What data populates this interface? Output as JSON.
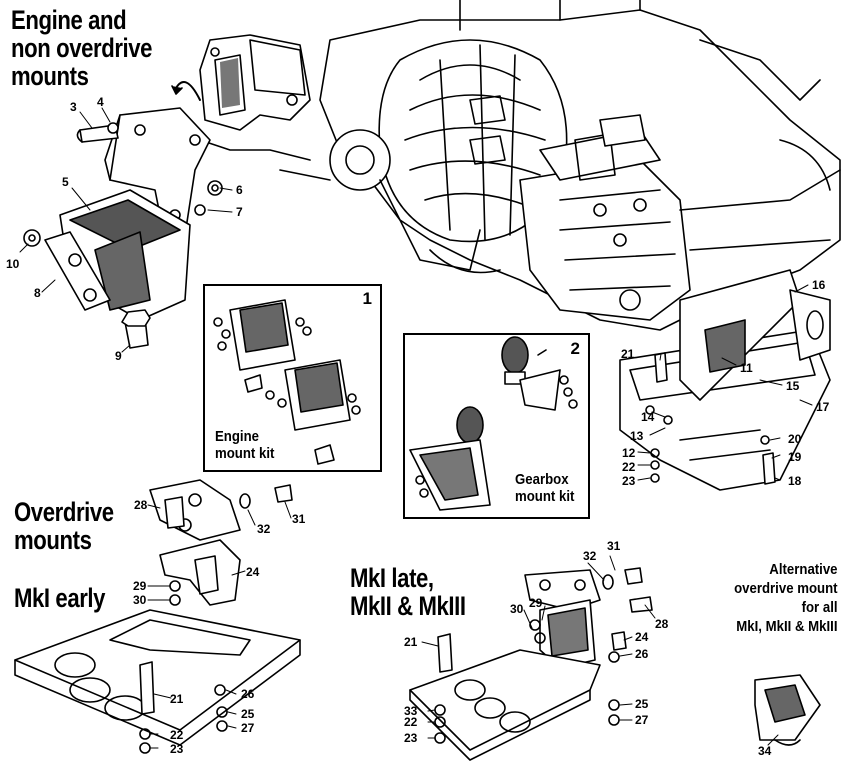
{
  "headings": {
    "engine": [
      "Engine and",
      "non overdrive",
      "mounts"
    ],
    "overdrive": [
      "Overdrive",
      "mounts"
    ],
    "mk1_early": "MkI early",
    "mk_late": [
      "MkI late,",
      "MkII & MkIII"
    ],
    "alternative": [
      "Alternative",
      "overdrive mount",
      "for all",
      "MkI, MkII & MkIII"
    ]
  },
  "kits": {
    "engine": {
      "number": "1",
      "label": [
        "Engine",
        "mount kit"
      ]
    },
    "gearbox": {
      "number": "2",
      "label": [
        "Gearbox",
        "mount kit"
      ]
    }
  },
  "callouts": {
    "engine_group": [
      "3",
      "4",
      "5",
      "6",
      "7",
      "8",
      "9",
      "10"
    ],
    "gearbox_group": [
      "16",
      "21",
      "11",
      "15",
      "17",
      "14",
      "13",
      "12",
      "22",
      "23",
      "20",
      "19",
      "18"
    ],
    "mk1_early_group": [
      "28",
      "32",
      "31",
      "24",
      "29",
      "30",
      "21",
      "26",
      "25",
      "27",
      "22",
      "23"
    ],
    "mk_late_group": [
      "32",
      "31",
      "29",
      "30",
      "28",
      "21",
      "24",
      "26",
      "33",
      "22",
      "23",
      "25",
      "27"
    ],
    "alternative_group": [
      "34"
    ]
  }
}
